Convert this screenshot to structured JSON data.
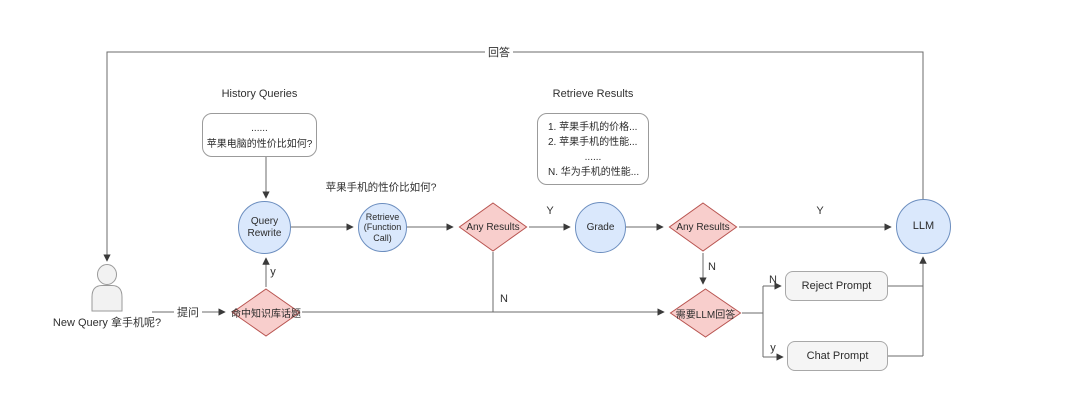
{
  "diagram": {
    "nodes": {
      "person": {
        "label": "New Query 拿手机呢?"
      },
      "history_queries": {
        "title": "History Queries",
        "lines": [
          "......",
          "苹果电脑的性价比如何?"
        ]
      },
      "retrieve_results": {
        "title": "Retrieve Results",
        "lines": [
          "1. 苹果手机的价格...",
          "2. 苹果手机的性能...",
          "......",
          "N. 华为手机的性能..."
        ]
      },
      "query_rewrite": {
        "label": "Query\nRewrite"
      },
      "retrieve": {
        "label": "Retrieve\n(Function\nCall)"
      },
      "any_results_1": {
        "label": "Any Results"
      },
      "grade": {
        "label": "Grade"
      },
      "any_results_2": {
        "label": "Any Results"
      },
      "hit_topic": {
        "label": "命中知识库话题"
      },
      "need_llm": {
        "label": "需要LLM回答"
      },
      "reject_prompt": {
        "label": "Reject Prompt"
      },
      "chat_prompt": {
        "label": "Chat Prompt"
      },
      "llm": {
        "label": "LLM"
      }
    },
    "edge_labels": {
      "answer": "回答",
      "ask": "提问",
      "rewritten_query": "苹果手机的性价比如何?",
      "hit_yes": "y",
      "no_results": "N",
      "grade_yes": "Y",
      "any2_no": "N",
      "llm_yes": "Y",
      "reject_no": "N",
      "chat_yes": "y"
    },
    "colors": {
      "process_fill": "#dae8fc",
      "process_stroke": "#6c8ebf",
      "decision_fill": "#f8cecc",
      "decision_stroke": "#b85450",
      "prompt_box_fill": "#f5f5f5",
      "prompt_box_stroke": "#a8a8a8",
      "connector": "#6b6b6b"
    }
  }
}
